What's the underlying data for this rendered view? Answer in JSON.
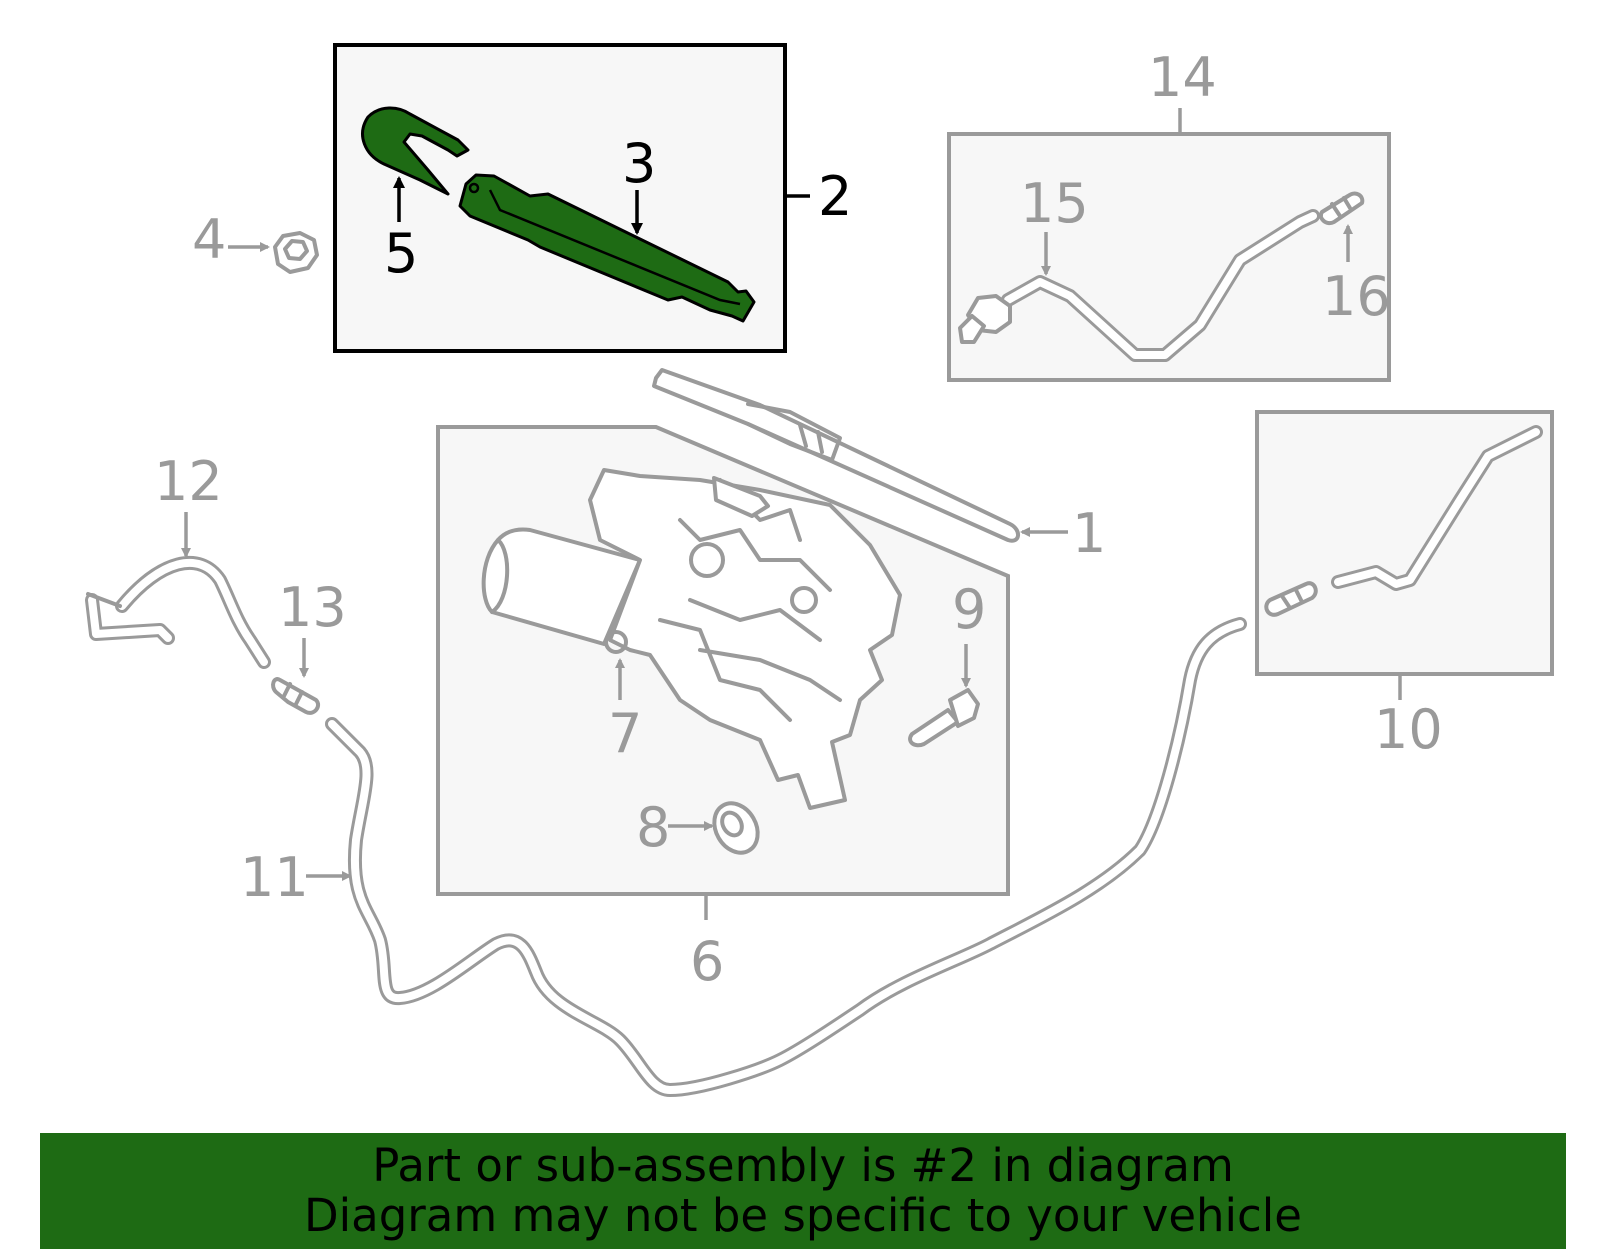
{
  "colors": {
    "highlight": "#1e6b14",
    "part_outline": "#9a9a9a",
    "box_fill": "#f7f7f7",
    "banner_bg": "#1e6b14"
  },
  "callouts": {
    "c1": "1",
    "c2": "2",
    "c3": "3",
    "c4": "4",
    "c5": "5",
    "c6": "6",
    "c7": "7",
    "c8": "8",
    "c9": "9",
    "c10": "10",
    "c11": "11",
    "c12": "12",
    "c13": "13",
    "c14": "14",
    "c15": "15",
    "c16": "16"
  },
  "highlighted_callout": "2",
  "banner": {
    "line1": "Part or sub-assembly is #2 in diagram",
    "line2": "Diagram may not be specific to your vehicle"
  }
}
